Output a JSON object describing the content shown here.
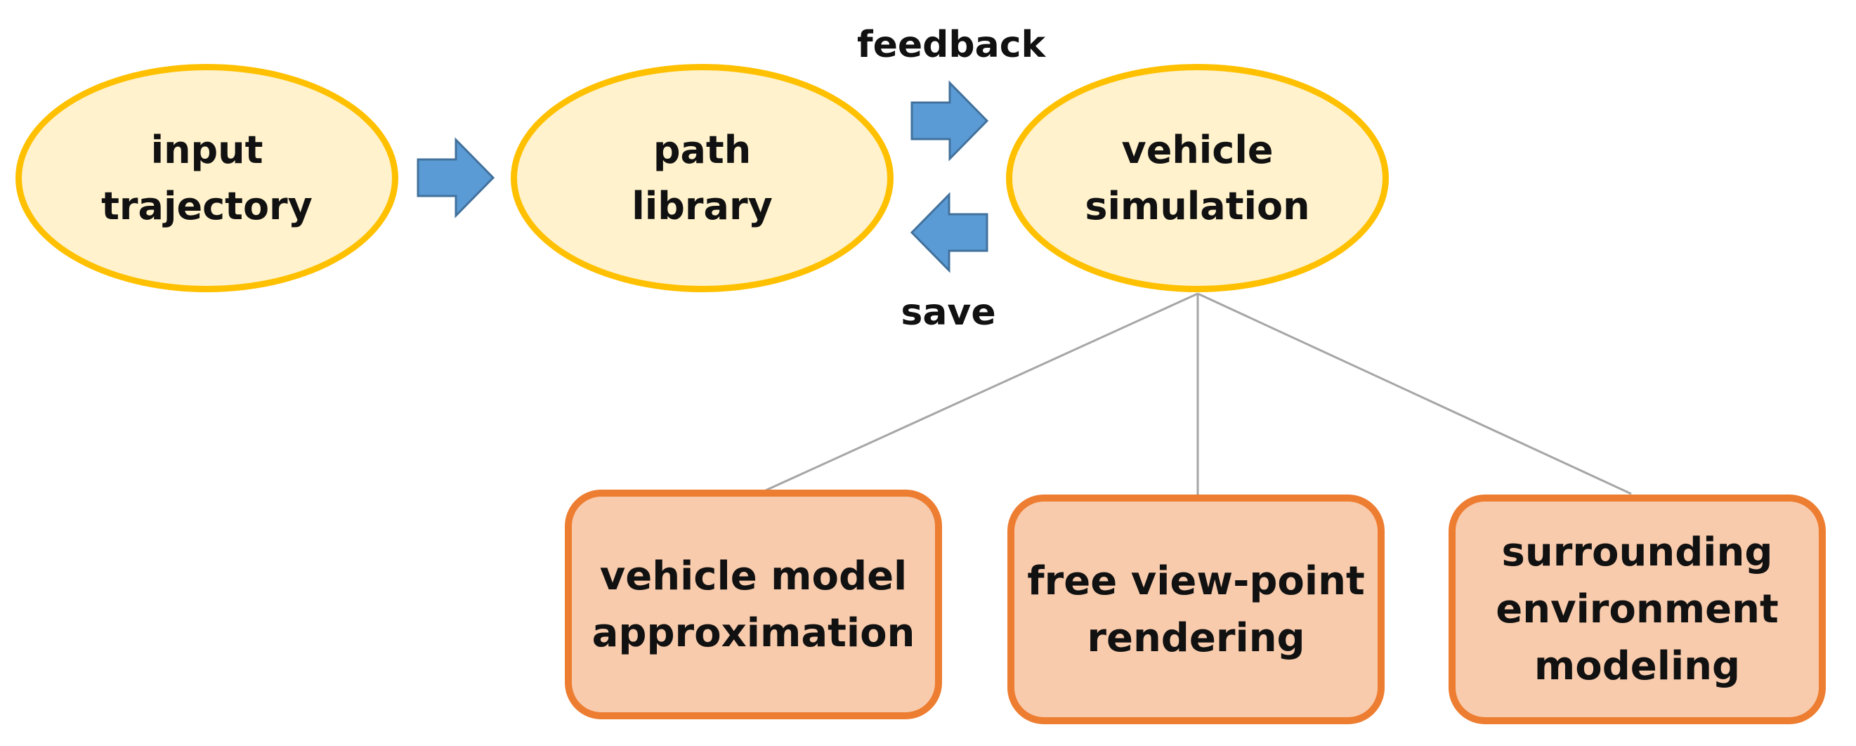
{
  "colors": {
    "ellipse_fill": "#FFF2CC",
    "ellipse_stroke": "#FFC000",
    "box_fill": "#F8CBAD",
    "box_stroke": "#ED7D31",
    "arrow_fill": "#5B9BD5",
    "arrow_stroke": "#41719C",
    "connector": "#A6A6A6",
    "text": "#111111"
  },
  "nodes": {
    "input_trajectory": "input\ntrajectory",
    "path_library": "path\nlibrary",
    "vehicle_simulation": "vehicle\nsimulation",
    "vehicle_model": "vehicle model\napproximation",
    "free_view": "free view-point\nrendering",
    "surrounding": "surrounding\nenvironment\nmodeling"
  },
  "edges": {
    "feedback": "feedback",
    "save": "save"
  },
  "icons": {
    "flow_arrow": "right-block-arrow",
    "return_arrow": "left-block-arrow"
  }
}
